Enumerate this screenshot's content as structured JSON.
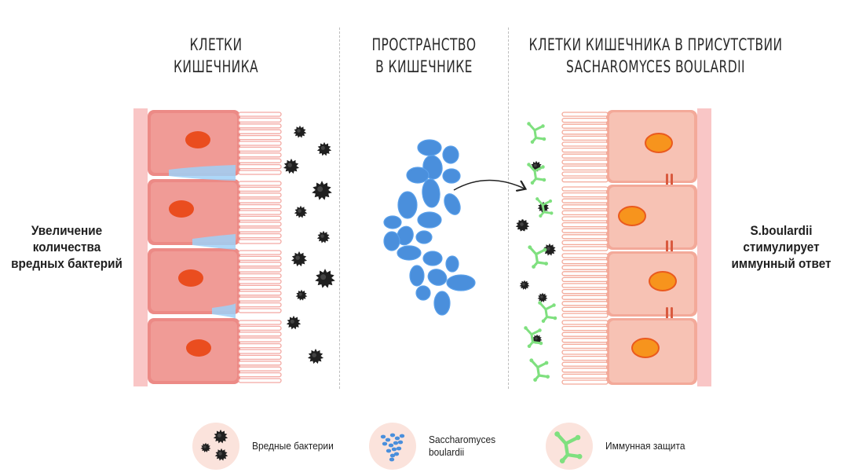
{
  "headings": {
    "left": [
      "КЛЕТКИ",
      "КИШЕЧНИКА"
    ],
    "center": [
      "ПРОСТРАНСТВО",
      "В КИШЕЧНИКЕ"
    ],
    "right": [
      "КЛЕТКИ КИШЕЧНИКА В ПРИСУТСТВИИ",
      "SACHAROMYCES BOULARDII"
    ]
  },
  "captions": {
    "left": [
      "Увеличение",
      "количества",
      "вредных бактерий"
    ],
    "right": [
      "S.boulardii",
      "стимулирует",
      "иммунный ответ"
    ]
  },
  "legend": [
    {
      "icon": "harmful-bacteria-icon",
      "label": [
        "Вредные бактерии"
      ]
    },
    {
      "icon": "saccharomyces-icon",
      "label": [
        "Saccharomyces",
        "boulardii"
      ]
    },
    {
      "icon": "immune-cell-icon",
      "label": [
        "Иммунная защита"
      ]
    }
  ],
  "colors": {
    "cell_left": "#ec8a86",
    "cell_right": "#f7c2b4",
    "nucleus_left": "#ea4d1f",
    "nucleus_right": "#f7941d",
    "membrane": "#f9c6c6",
    "bacteria": "#1f1f1f",
    "yeast": "#4a8fdc",
    "immune": "#7fe07f",
    "gap_fluid": "#9fd0f7",
    "legend_bg": "#fbe3dc"
  }
}
